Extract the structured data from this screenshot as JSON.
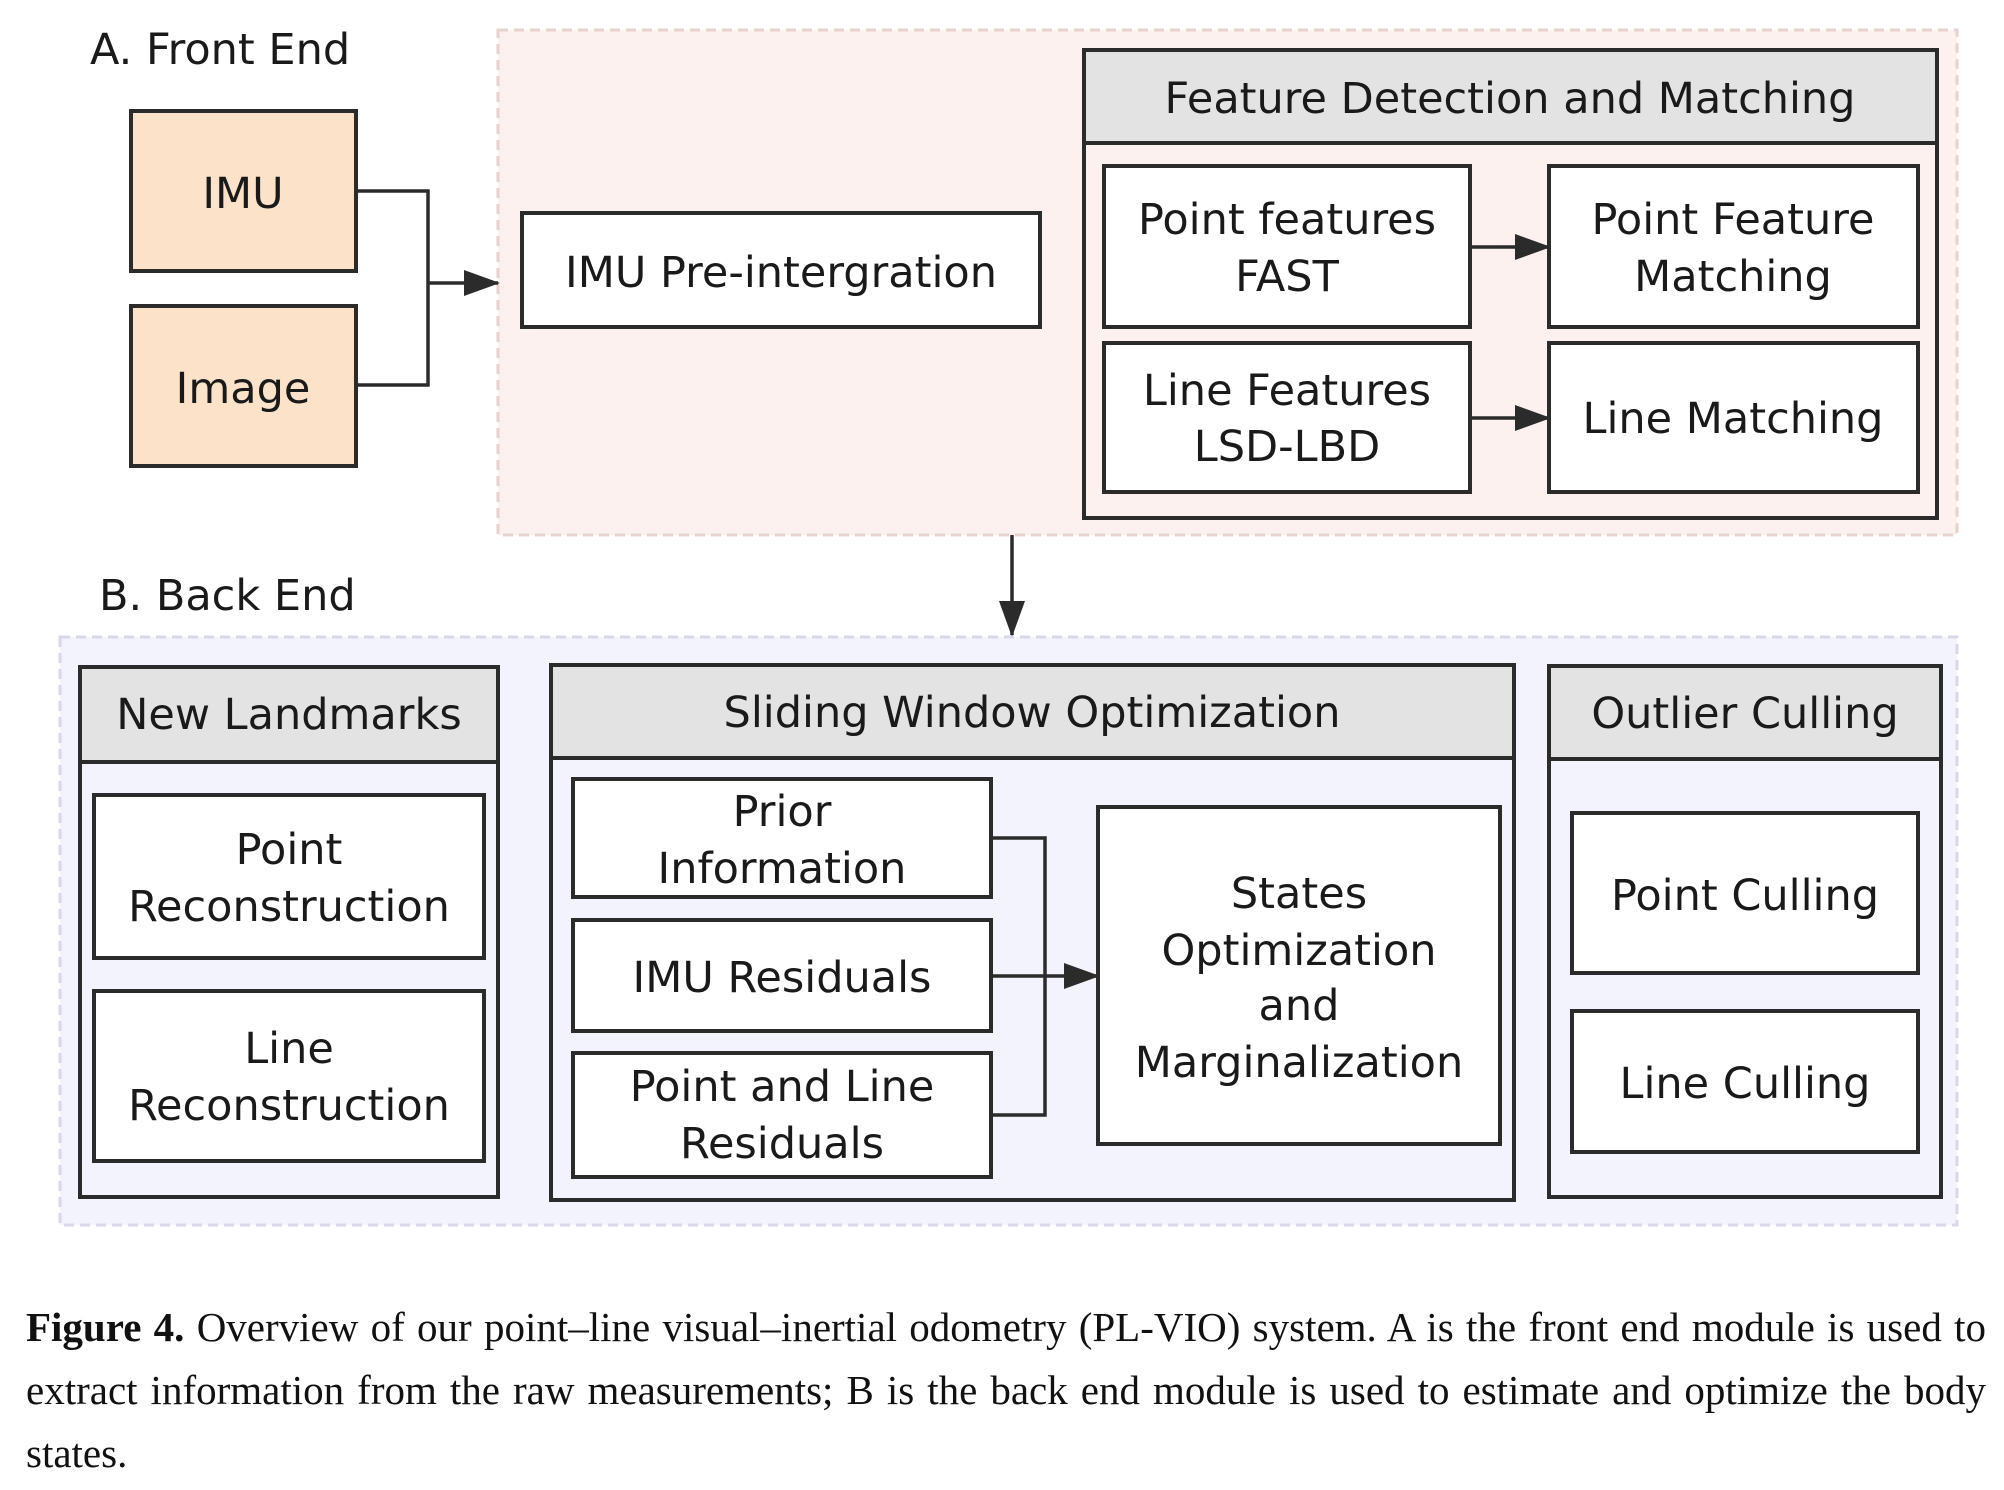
{
  "front_end": {
    "label": "A. Front End",
    "imu": "IMU",
    "image": "Image",
    "pre_integration": "IMU Pre-intergration",
    "feature_group": {
      "title": "Feature Detection and Matching",
      "point_features": [
        "Point features",
        "FAST"
      ],
      "point_matching": [
        "Point Feature",
        "Matching"
      ],
      "line_features": [
        "Line Features",
        "LSD-LBD"
      ],
      "line_matching": "Line Matching"
    }
  },
  "back_end": {
    "label": "B. Back End",
    "new_landmarks": {
      "title": "New Landmarks",
      "point_reconstruction": [
        "Point",
        "Reconstruction"
      ],
      "line_reconstruction": [
        "Line",
        "Reconstruction"
      ]
    },
    "sliding_window": {
      "title": "Sliding Window Optimization",
      "prior_information": [
        "Prior",
        "Information"
      ],
      "imu_residuals": "IMU Residuals",
      "point_line_residuals": [
        "Point and Line",
        "Residuals"
      ],
      "states_optimization": [
        "States",
        "Optimization",
        "and",
        "Marginalization"
      ]
    },
    "outlier_culling": {
      "title": "Outlier Culling",
      "point_culling": "Point Culling",
      "line_culling": "Line Culling"
    }
  },
  "caption": {
    "label": "Figure 4.",
    "text": " Overview of our point–line visual–inertial odometry (PL-VIO) system. A is the front end module is used to extract information from the raw measurements; B is the back end module is used to estimate and optimize the body states."
  },
  "colors": {
    "front_panel": "#fdf1ef",
    "back_panel": "#f3f3fd",
    "source_box": "#fbe2c8",
    "header": "#e3e3e3"
  }
}
